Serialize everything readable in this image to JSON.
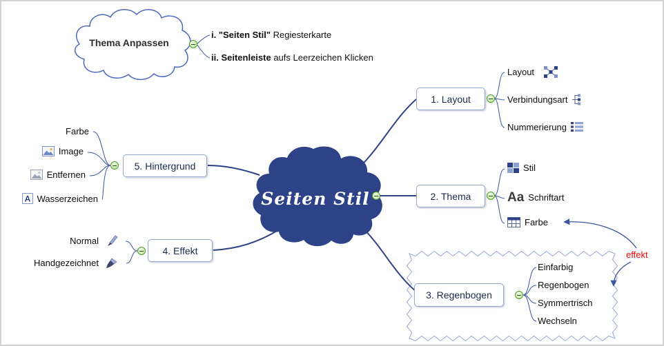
{
  "central_topic": {
    "label": "Seiten Stil"
  },
  "floating_topic": {
    "label": "Thema Anpassen",
    "notes": [
      {
        "prefix": "i. ",
        "bold": "\"Seiten Stil\"",
        "rest": " Regiesterkarte"
      },
      {
        "prefix": "ii. ",
        "bold": "Seitenleiste",
        "rest": " aufs Leerzeichen Klicken"
      }
    ]
  },
  "branches": {
    "layout": {
      "label": "1. Layout",
      "items": [
        {
          "label": "Layout",
          "icon": "layout-icon"
        },
        {
          "label": "Verbindungsart",
          "icon": "connection-type-icon"
        },
        {
          "label": "Nummerierung",
          "icon": "numbering-icon"
        }
      ]
    },
    "thema": {
      "label": "2. Thema",
      "items": [
        {
          "label": "Stil",
          "icon": "style-grid-icon"
        },
        {
          "label": "Schriftart",
          "icon": "font-icon"
        },
        {
          "label": "Farbe",
          "icon": "color-table-icon"
        }
      ]
    },
    "regenbogen": {
      "label": "3. Regenbogen",
      "items": [
        {
          "label": "Einfarbig"
        },
        {
          "label": "Regenbogen"
        },
        {
          "label": "Symmertrisch"
        },
        {
          "label": "Wechseln"
        }
      ]
    },
    "effekt": {
      "label": "4. Effekt",
      "items": [
        {
          "label": "Normal",
          "icon": "pen-icon"
        },
        {
          "label": "Handgezeichnet",
          "icon": "brush-icon"
        }
      ]
    },
    "hintergrund": {
      "label": "5. Hintergrund",
      "items": [
        {
          "label": "Farbe"
        },
        {
          "label": "Image",
          "icon": "image-icon"
        },
        {
          "label": "Entfernen",
          "icon": "remove-image-icon"
        },
        {
          "label": "Wasserzeichen",
          "icon": "watermark-icon"
        }
      ]
    }
  },
  "annotation": {
    "label": "effekt",
    "color": "#ff0000"
  },
  "icons": {
    "font_glyph": "Aa",
    "watermark_glyph": "A"
  },
  "colors": {
    "central_fill": "#2e4287",
    "connector": "#3a54a0",
    "node_border": "#93a4cf",
    "collapse_border": "#4e9a2e",
    "zigzag": "#98a7d2",
    "annotation": "#ff0000"
  }
}
